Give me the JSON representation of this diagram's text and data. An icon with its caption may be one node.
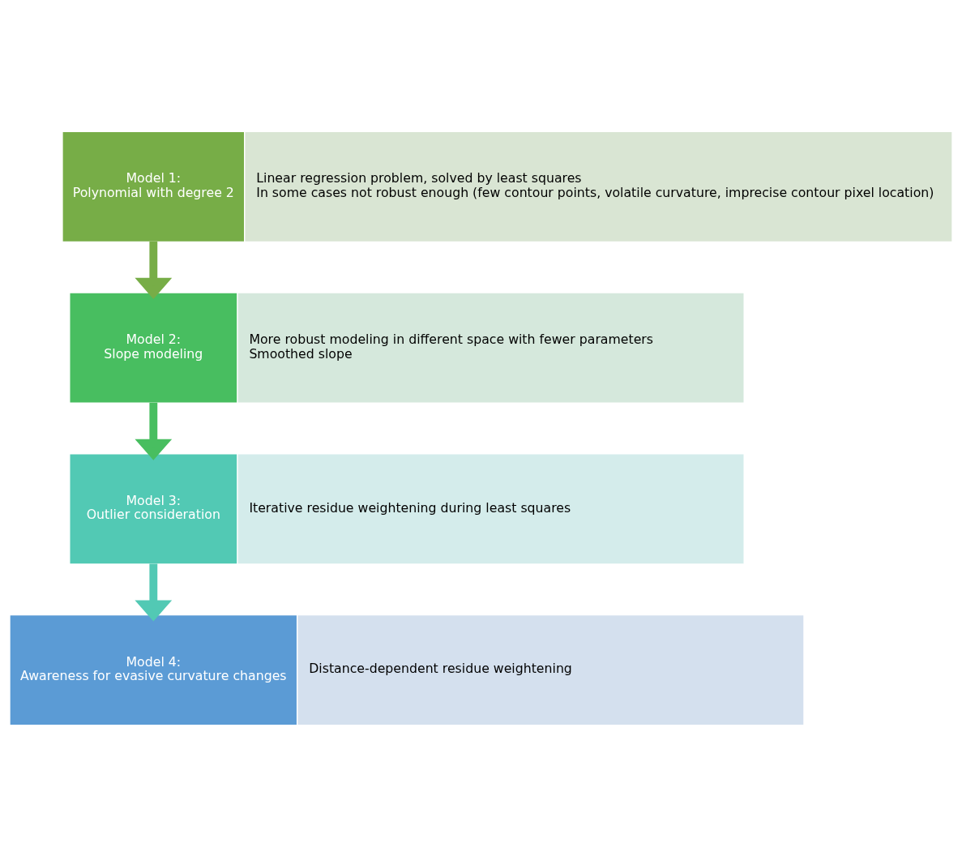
{
  "diagram": {
    "nodes": [
      {
        "text": [
          "Model 1:",
          "Polynomial with degree 2"
        ]
      },
      {
        "text": [
          "Linear regression problem, solved by least squares",
          "In some cases not robust enough (few contour points, volatile curvature, imprecise contour pixel location)"
        ]
      },
      {
        "text": [
          "Model 2:",
          "Slope modeling"
        ]
      },
      {
        "text": [
          "More robust modeling in different space with fewer parameters",
          "Smoothed slope"
        ]
      },
      {
        "text": [
          "Model 3:",
          "Outlier consideration"
        ]
      },
      {
        "text": [
          "Iterative residue weightening during least squares"
        ]
      },
      {
        "text": [
          "Model 4:",
          "Awareness for evasive curvature changes"
        ]
      },
      {
        "text": [
          "Distance-dependent residue weightening"
        ]
      }
    ],
    "edges": [
      {
        "from": 0,
        "to": 2,
        "arrow": "to",
        "color": "#77ad47"
      },
      {
        "from": 2,
        "to": 4,
        "arrow": "to",
        "color": "#48be60"
      },
      {
        "from": 4,
        "to": 6,
        "arrow": "to",
        "color": "#52c9b4"
      }
    ]
  }
}
